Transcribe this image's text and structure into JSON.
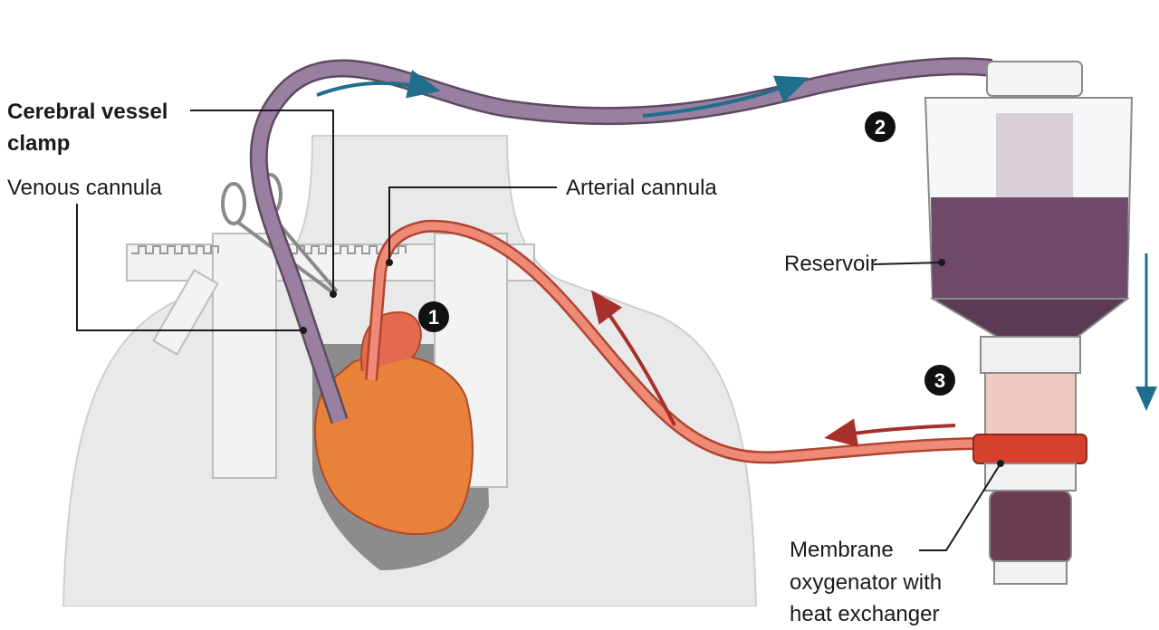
{
  "labels": {
    "clamp_line1": "Cerebral vessel",
    "clamp_line2": "clamp",
    "venous": "Venous cannula",
    "arterial": "Arterial cannula",
    "reservoir": "Reservoir",
    "oxy_line1": "Membrane",
    "oxy_line2": "oxygenator with",
    "oxy_line3": "heat exchanger"
  },
  "markers": [
    "1",
    "2",
    "3"
  ],
  "colors": {
    "venous_tube": "#8a6f8c",
    "arterial_tube": "#e8705e",
    "venous_flow_arrow": "#1f6e8c",
    "arterial_flow_arrow": "#a8302a",
    "reservoir_blood": "#6e4a68",
    "oxygenator_band": "#d8402e",
    "body": "#e9e9e9",
    "heart": "#e8823a"
  }
}
